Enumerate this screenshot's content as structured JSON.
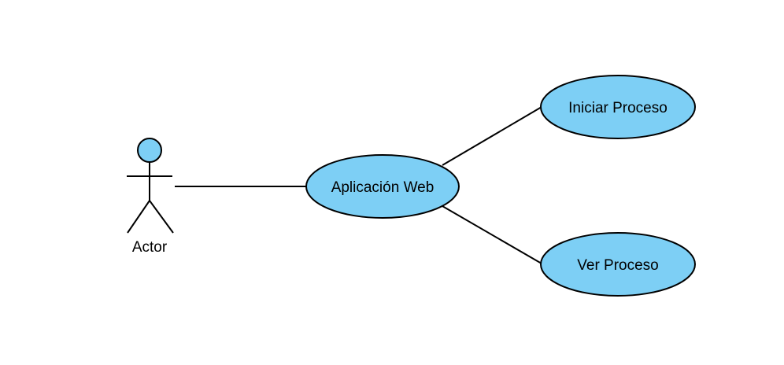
{
  "diagram": {
    "actor": {
      "label": "Actor"
    },
    "use_cases": [
      {
        "id": "app",
        "label": "Aplicación Web"
      },
      {
        "id": "start",
        "label": "Iniciar Proceso"
      },
      {
        "id": "view",
        "label": "Ver Proceso"
      }
    ]
  },
  "colors": {
    "fill": "#7dcff5",
    "stroke": "#000000",
    "background": "#ffffff"
  }
}
